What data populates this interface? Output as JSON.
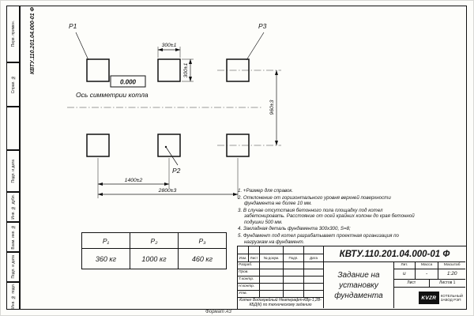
{
  "sheet": {
    "doc_number_vertical": "КВТУ.110.201.04.000-01 Ф",
    "format_label": "Формат А3"
  },
  "side_stamps": {
    "perv_primen": "Перв. примен.",
    "sprav_no": "Справ. №",
    "podp_data_1": "Подп. и дата",
    "inv_dubl": "Инв. № дубл.",
    "vzam_inv": "Взам. инв. №",
    "podp_data_2": "Подп. и дата",
    "inv_podl": "Инв. № подл."
  },
  "drawing": {
    "label_p1": "Р1",
    "label_p2": "Р2",
    "label_p3": "Р3",
    "elevation": "0.000",
    "axis_label": "Ось симметрии котла",
    "dim_300_h": "300±1",
    "dim_300_v": "300±1",
    "dim_960": "960±3",
    "dim_1400": "1400±2",
    "dim_2800": "2800±3"
  },
  "notes": [
    "1. +Размер для справок.",
    "2. Отклонение от горизонтального уровня верхней поверхности фундамента не более 10 мм.",
    "3. В случае отсутствия бетонного пола площадку под котел забетонировать. Расстояние от осей крайних колонн до края бетонной подушки 500 мм.",
    "4. Закладная деталь фундамента 300х300, S=8;",
    "5. Фундамент под котел разрабатывает проектная организация по нагрузкам на фундамент."
  ],
  "load_table": {
    "h1": "Р₁",
    "h2": "Р₂",
    "h3": "Р₃",
    "v1": "360 кг",
    "v2": "1000 кг",
    "v3": "460 кг"
  },
  "title_block": {
    "doc_number": "КВТУ.110.201.04.000-01 Ф",
    "rev": {
      "izm": "Изм.",
      "list": "Лист",
      "docnum": "№ докум.",
      "podp": "Подп.",
      "data": "Дата"
    },
    "rows": {
      "razrab": "Разраб.",
      "prov": "Пров.",
      "tkontr": "Т.контр.",
      "nkontr": "Н.контр.",
      "utv": "Утв."
    },
    "title": "Задание на установку фундамента",
    "subtitle": "Котел Водогрейный Неаткрафт-КВр-1,2В-КБД(К) по техническому заданию",
    "lit_label": "Лит.",
    "massa_label": "Масса",
    "scale_label": "Масштаб",
    "lit_value": "и",
    "massa_value": "-",
    "scale_value": "1:20",
    "sheet_label": "Лист",
    "sheets_label": "Листов 1",
    "logo_text": "KVZR",
    "logo_caption_1": "КОТЕЛЬНЫЙ",
    "logo_caption_2": "ЗАВОД РЭП"
  }
}
